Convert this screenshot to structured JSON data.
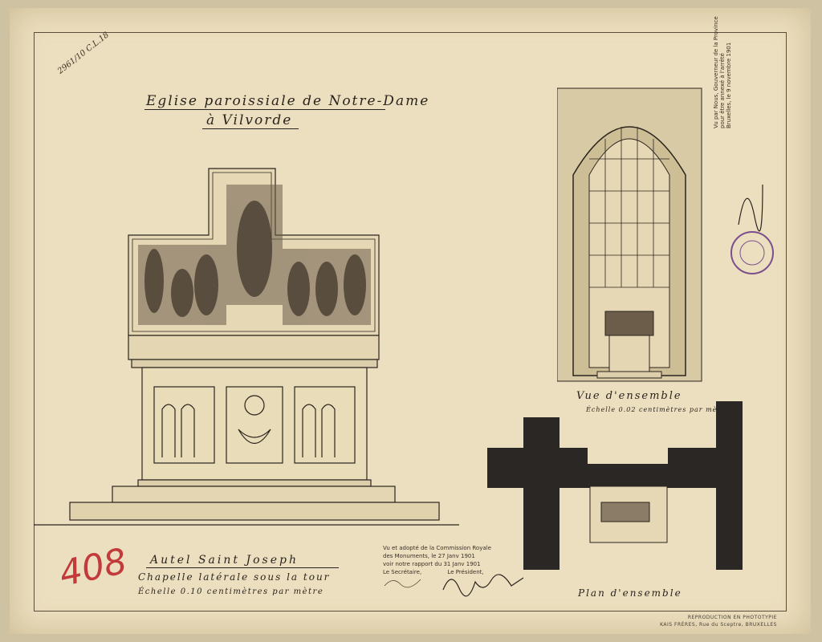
{
  "sheet": {
    "title_line1": "Eglise paroissiale de Notre-Dame",
    "title_line2": "à Vilvorde",
    "archive_note": "2961/10 C.L.18"
  },
  "altar_caption": {
    "line1": "Autel Saint Joseph",
    "line2": "Chapelle latérale sous la tour",
    "line3": "Échelle 0.10 centimètres par mètre"
  },
  "approval": {
    "line1": "Vu et adopté de la Commission Royale",
    "line2": "des Monuments, le 27 Janv 1901",
    "line3": "voir notre rapport du 31 Janv 1901",
    "secretary_label": "Le Secrétaire,",
    "president_label": "Le Président,"
  },
  "side_stamp": {
    "line1": "Vu par Nous, Gouverneur de la Province",
    "line2": "pour être annexé à l'arrêté",
    "line3": "Bruxelles, le 9 novembre 1901"
  },
  "labels": {
    "vue": "Vue d'ensemble",
    "vue_scale": "Échelle 0.02 centimètres par mètre",
    "plan": "Plan d'ensemble"
  },
  "red_number": "408",
  "reproduction_note": {
    "line1": "REPRODUCTION EN PHOTOTYPIE",
    "line2": "KAIS FRÈRES, Rue du Sceptre, BRUXELLES"
  },
  "colors": {
    "paper": "#ecdfbf",
    "ink": "#2a241e",
    "red_pencil": "#c23a3a",
    "stamp_purple": "#7a4f8c",
    "wall_dark": "#2b2724"
  }
}
